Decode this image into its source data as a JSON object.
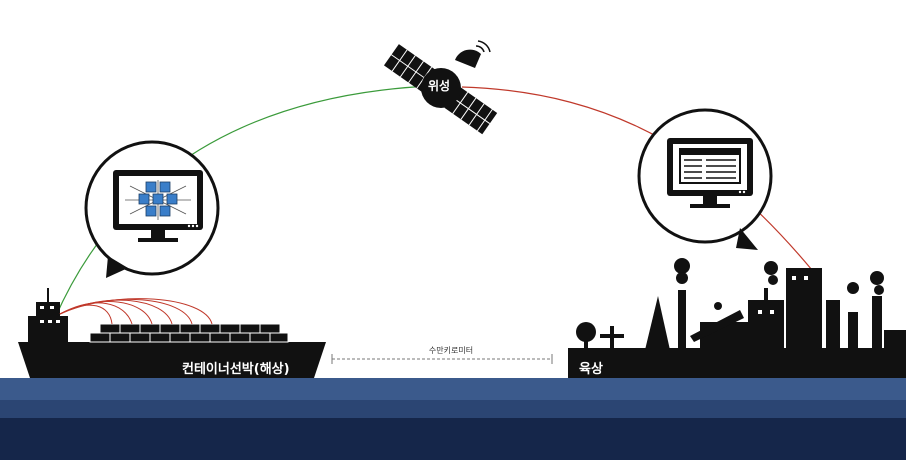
{
  "labels": {
    "satellite": "위성",
    "ship": "컨테이너선박(해상)",
    "land": "육상",
    "distance": "수만키로미터"
  },
  "colors": {
    "green_link": "#3b9b3b",
    "red_link": "#c0392b",
    "sea_light": "#3b5a8c",
    "sea_mid": "#2b4573",
    "sea_dark": "#15264a",
    "silhouette": "#111111",
    "container_cube": "#3a7ec9"
  },
  "icons": {
    "ship_bubble": "blockchain-cubes-monitor-icon",
    "land_bubble": "data-table-monitor-icon",
    "satellite": "satellite-icon"
  }
}
